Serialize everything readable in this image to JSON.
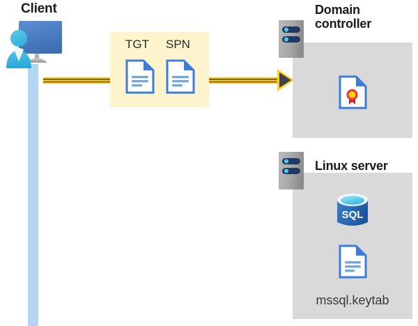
{
  "diagram": {
    "title_client": "Client",
    "title_domain_controller": "Domain\ncontroller",
    "title_linux_server": "Linux server",
    "tokens": {
      "tgt_label": "TGT",
      "spn_label": "SPN"
    },
    "domain_controller": {
      "artifact_icon": "certificate-document-icon"
    },
    "linux_server": {
      "database_label": "SQL",
      "keytab_label": "mssql.keytab"
    },
    "flow": {
      "direction": "client-to-domain-controller",
      "arrow_icon": "arrow-right-icon"
    },
    "icons": {
      "client": "user-with-monitor-icon",
      "server": "server-rack-icon",
      "document": "document-icon",
      "certificate": "certificate-icon",
      "database": "sql-database-icon"
    },
    "colors": {
      "accent_gold": "#ffd21f",
      "token_box": "#fdf3cd",
      "panel_gray": "#d9d9d9",
      "lifeline_blue": "#b5d5f5",
      "doc_blue": "#3b7dd8",
      "sql_blue": "#2b6cb5",
      "arrow_head": "#3c4454",
      "title_text": "#1a1a1a"
    }
  }
}
